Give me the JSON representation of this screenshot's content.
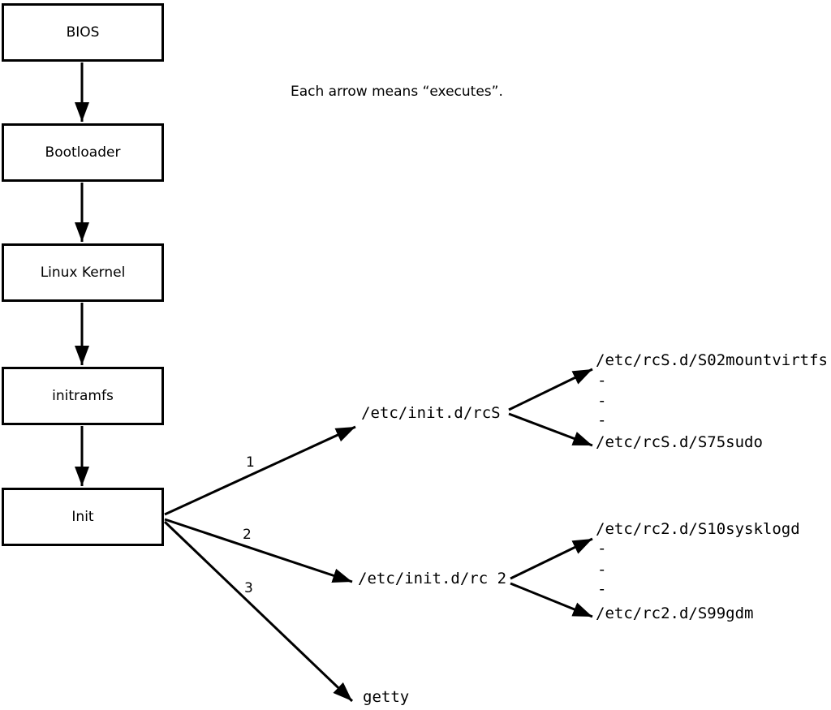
{
  "note": "Each arrow means “executes”.",
  "chain": [
    {
      "label": "BIOS"
    },
    {
      "label": "Bootloader"
    },
    {
      "label": "Linux Kernel"
    },
    {
      "label": "initramfs"
    },
    {
      "label": "Init"
    }
  ],
  "init_branches": [
    {
      "number": "1",
      "target": "/etc/init.d/rcS",
      "children": [
        "/etc/rcS.d/S02mountvirtfs",
        "-",
        "-",
        "-",
        "/etc/rcS.d/S75sudo"
      ]
    },
    {
      "number": "2",
      "target": "/etc/init.d/rc 2",
      "children": [
        "/etc/rc2.d/S10sysklogd",
        "-",
        "-",
        "-",
        "/etc/rc2.d/S99gdm"
      ]
    },
    {
      "number": "3",
      "target": "getty",
      "children": []
    }
  ],
  "colors": {
    "stroke": "#000000",
    "background": "#ffffff"
  }
}
